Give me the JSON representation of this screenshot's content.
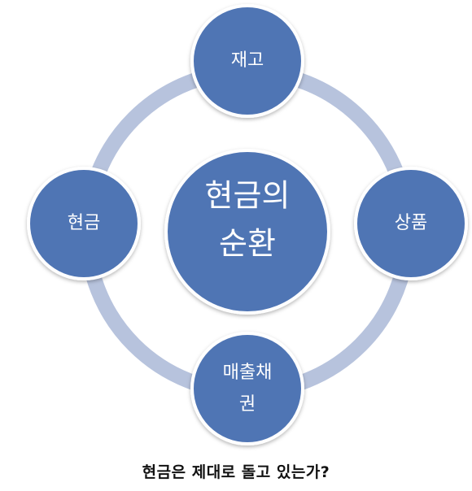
{
  "diagram": {
    "center": {
      "line1": "현금의",
      "line2": "순환"
    },
    "nodes": {
      "top": "재고",
      "right": "상품",
      "bottom": {
        "line1": "매출채",
        "line2": "권"
      },
      "left": "현금"
    }
  },
  "caption": "현금은 제대로 돌고 있는가?",
  "colors": {
    "node_fill": "#4f74b4",
    "node_border": "#ffffff",
    "ring": "#b7c3dd",
    "label": "#ffffff",
    "caption": "#111111"
  }
}
